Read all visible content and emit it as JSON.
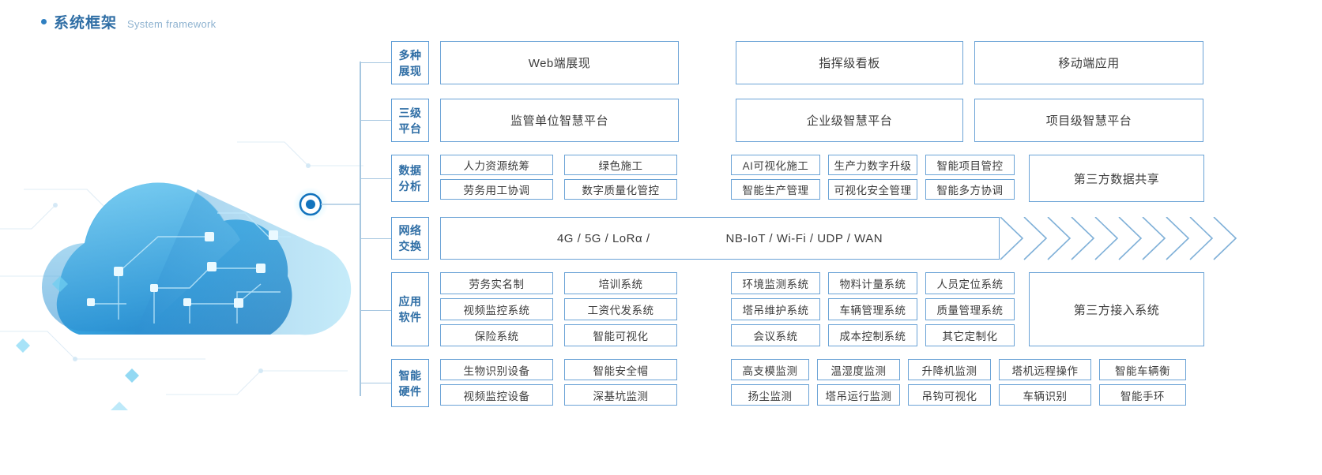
{
  "header": {
    "title_cn": "系统框架",
    "title_en": "System framework",
    "accent_color": "#2f6ea5",
    "dot_icon": "bullet-dot-icon"
  },
  "illustration": {
    "name": "cloud-network-illustration",
    "colors": {
      "cloud_light": "#57b6e8",
      "cloud_mid": "#2d8fd4",
      "cloud_dark": "#1f6fb5",
      "node": "#1273bd"
    }
  },
  "rows": [
    {
      "id": "display",
      "category": [
        "多种",
        "展现"
      ],
      "groups": [
        {
          "items": [
            "Web端展现"
          ]
        },
        {
          "items": [
            "指挥级看板"
          ]
        },
        {
          "items": [
            "移动端应用"
          ]
        }
      ]
    },
    {
      "id": "platform",
      "category": [
        "三级",
        "平台"
      ],
      "groups": [
        {
          "items": [
            "监管单位智慧平台"
          ]
        },
        {
          "items": [
            "企业级智慧平台"
          ]
        },
        {
          "items": [
            "项目级智慧平台"
          ]
        }
      ]
    },
    {
      "id": "data-analysis",
      "category": [
        "数据",
        "分析"
      ],
      "left_grid": [
        [
          "人力资源统筹",
          "绿色施工"
        ],
        [
          "劳务用工协调",
          "数字质量化管控"
        ]
      ],
      "right_grid": [
        [
          "AI可视化施工",
          "生产力数字升级",
          "智能项目管控"
        ],
        [
          "智能生产管理",
          "可视化安全管理",
          "智能多方协调"
        ]
      ],
      "side_box": "第三方数据共享"
    },
    {
      "id": "network",
      "category": [
        "网络",
        "交换"
      ],
      "bar_left": "4G / 5G / LoRα /",
      "bar_right": "NB-IoT / Wi-Fi / UDP / WAN",
      "chevron_count": 10,
      "chevron_color": "#7fb0d8"
    },
    {
      "id": "application-software",
      "category": [
        "应用",
        "软件"
      ],
      "left_grid": [
        [
          "劳务实名制",
          "培训系统"
        ],
        [
          "视频监控系统",
          "工资代发系统"
        ],
        [
          "保险系统",
          "智能可视化"
        ]
      ],
      "right_grid": [
        [
          "环境监测系统",
          "物料计量系统",
          "人员定位系统"
        ],
        [
          "塔吊维护系统",
          "车辆管理系统",
          "质量管理系统"
        ],
        [
          "会议系统",
          "成本控制系统",
          "其它定制化"
        ]
      ],
      "side_box": "第三方接入系统"
    },
    {
      "id": "smart-hardware",
      "category": [
        "智能",
        "硬件"
      ],
      "left_grid": [
        [
          "生物识别设备",
          "智能安全帽"
        ],
        [
          "视频监控设备",
          "深基坑监测"
        ]
      ],
      "right_grid": [
        [
          "高支模监测",
          "温湿度监测",
          "升降机监测",
          "塔机远程操作",
          "智能车辆衡"
        ],
        [
          "扬尘监测",
          "塔吊运行监测",
          "吊钩可视化",
          "车辆识别",
          "智能手环"
        ]
      ]
    }
  ],
  "palette": {
    "border_blue": "#6ba3d6",
    "category_blue": "#5b9bd5",
    "text_dark": "#3c3c3c",
    "connector": "#a7c7e0"
  }
}
